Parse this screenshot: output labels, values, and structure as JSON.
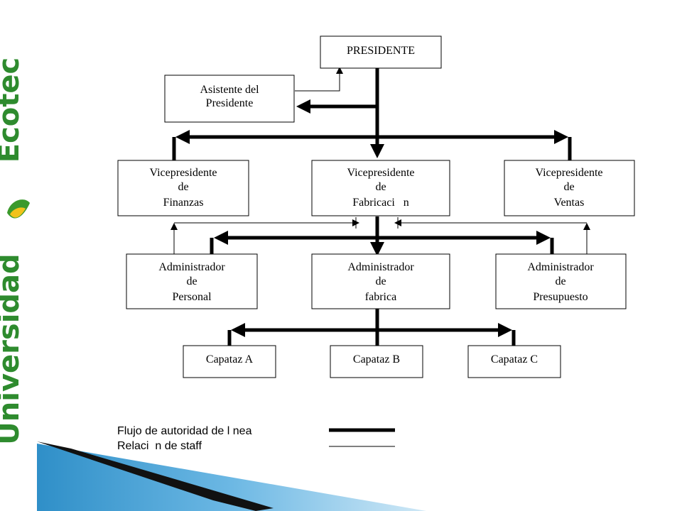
{
  "logo": {
    "line1": "Universidad",
    "line2": "Ecotec",
    "colors": {
      "text": "#2e8b2e",
      "leaf_green": "#3b9a2c",
      "leaf_yellow": "#f2c21b",
      "bar": "#1c1c1c"
    }
  },
  "org_chart": {
    "nodes": [
      {
        "id": "presidente",
        "lines": [
          "PRESIDENTE"
        ]
      },
      {
        "id": "asistente",
        "lines": [
          "Asistente del",
          "Presidente"
        ]
      },
      {
        "id": "vp-finanzas",
        "lines": [
          "Vicepresidente",
          "de",
          "Finanzas"
        ]
      },
      {
        "id": "vp-fabricacion",
        "lines": [
          "Vicepresidente",
          "de",
          "Fabricaci   n"
        ]
      },
      {
        "id": "vp-ventas",
        "lines": [
          "Vicepresidente",
          "de",
          "Ventas"
        ]
      },
      {
        "id": "adm-personal",
        "lines": [
          "Administrador",
          "de",
          "Personal"
        ]
      },
      {
        "id": "adm-fabrica",
        "lines": [
          "Administrador",
          "de",
          "fabrica"
        ]
      },
      {
        "id": "adm-presupuesto",
        "lines": [
          "Administrador",
          "de",
          "Presupuesto"
        ]
      },
      {
        "id": "capataz-a",
        "lines": [
          "Capataz A"
        ]
      },
      {
        "id": "capataz-b",
        "lines": [
          "Capataz B"
        ]
      },
      {
        "id": "capataz-c",
        "lines": [
          "Capataz C"
        ]
      }
    ],
    "legend": {
      "line_authority": "Flujo de autoridad de l nea",
      "staff_relation": "Relaci  n de staff"
    }
  }
}
